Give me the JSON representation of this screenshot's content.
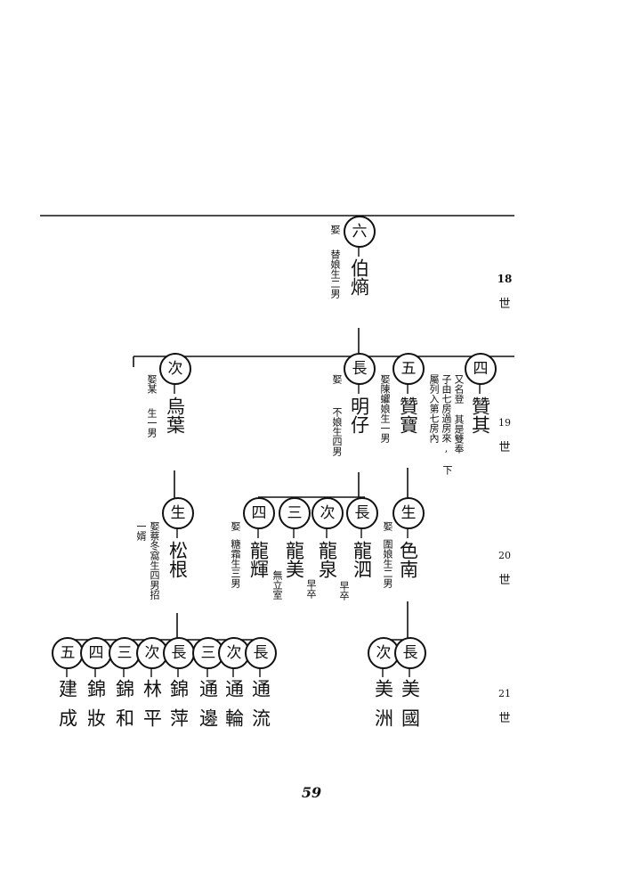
{
  "generations": [
    {
      "number": "18",
      "char": "世"
    },
    {
      "number": "19",
      "char": "世"
    },
    {
      "number": "20",
      "char": "世"
    },
    {
      "number": "21",
      "char": "世"
    }
  ],
  "persons": {
    "p6": {
      "rank": "六",
      "name": "伯熵",
      "note": [
        "娶",
        "替娘生二男"
      ]
    },
    "pCi": {
      "rank": "次",
      "name": "烏葉",
      "note": [
        "娶某",
        "生一男"
      ]
    },
    "pZhang": {
      "rank": "長",
      "name": "明仔",
      "note": [
        "娶",
        "不娘生四男"
      ]
    },
    "pWu": {
      "rank": "五",
      "name": "贊寶",
      "note": [
        "娶陳蠷娘生一男"
      ]
    },
    "pSi": {
      "rank": "四",
      "name": "贊其",
      "note": [
        "又名登",
        "子由七房過房來,",
        "屬列入第七房內"
      ],
      "note2": "其是雙奉",
      "note3": "下"
    },
    "pSheng1": {
      "rank": "生",
      "name": "松根",
      "note": [
        "娶蔡冬窩生四男招",
        "一婿"
      ]
    },
    "pSi2": {
      "rank": "四",
      "name": "龍輝",
      "note": [
        "娶",
        "糖霜生三男"
      ]
    },
    "pSan": {
      "rank": "三",
      "name": "龍美",
      "note": [
        "無立室"
      ]
    },
    "pCi2": {
      "rank": "次",
      "name": "龍泉",
      "note": [
        "早卒"
      ]
    },
    "pZhang2": {
      "rank": "長",
      "name": "龍泗",
      "note": [
        "早卒"
      ]
    },
    "pSheng2": {
      "rank": "生",
      "name": "色南",
      "note": [
        "娶",
        "圍娘生二男"
      ]
    },
    "g5": {
      "rank": "五",
      "name": "建成"
    },
    "g4": {
      "rank": "四",
      "name": "錦妝"
    },
    "g3": {
      "rank": "三",
      "name": "錦和"
    },
    "g2": {
      "rank": "次",
      "name": "林平"
    },
    "g1": {
      "rank": "長",
      "name": "錦萍"
    },
    "t3": {
      "rank": "三",
      "name": "通邊"
    },
    "t2": {
      "rank": "次",
      "name": "通輪"
    },
    "t1": {
      "rank": "長",
      "name": "通流"
    },
    "m2": {
      "rank": "次",
      "name": "美洲"
    },
    "m1": {
      "rank": "長",
      "name": "美國"
    }
  },
  "page_number": "59"
}
